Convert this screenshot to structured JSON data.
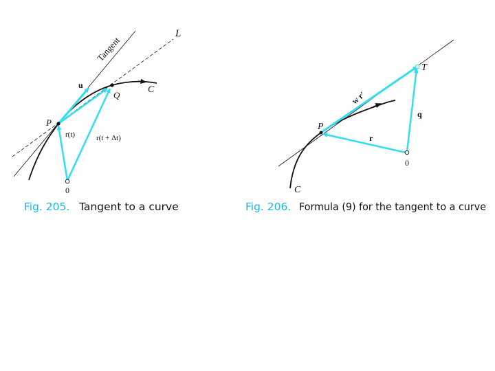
{
  "colors": {
    "accent": "#33ddee",
    "line": "#111111",
    "caption_number": "#1ab7dd",
    "caption_text": "#111111"
  },
  "fig205": {
    "caption_number": "Fig. 205.",
    "caption_text": "Tangent to a curve",
    "label_tangent": "Tangent",
    "label_L": "L",
    "label_u": "u",
    "label_Q": "Q",
    "label_C": "C",
    "label_P": "P",
    "label_rt": "r(t)",
    "label_rtdt": "r(t + Δt)",
    "label_origin": "0"
  },
  "fig206": {
    "caption_number": "Fig. 206.",
    "caption_text": "Formula (9) for the tangent to a curve",
    "label_T": "T",
    "label_wr": "w r′",
    "label_q": "q",
    "label_P": "P",
    "label_r": "r",
    "label_origin": "0",
    "label_C": "C"
  }
}
